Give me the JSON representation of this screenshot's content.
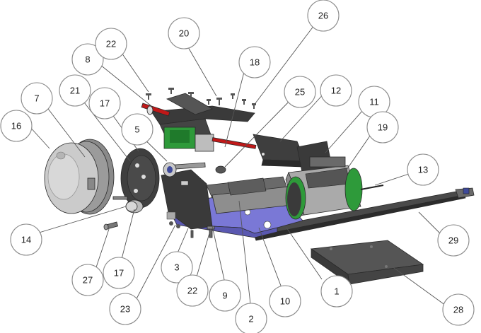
{
  "callouts": [
    {
      "id": "c1",
      "label": "1"
    },
    {
      "id": "c2",
      "label": "2"
    },
    {
      "id": "c3",
      "label": "3"
    },
    {
      "id": "c5",
      "label": "5"
    },
    {
      "id": "c7",
      "label": "7"
    },
    {
      "id": "c8",
      "label": "8"
    },
    {
      "id": "c9",
      "label": "9"
    },
    {
      "id": "c10",
      "label": "10"
    },
    {
      "id": "c11",
      "label": "11"
    },
    {
      "id": "c12",
      "label": "12"
    },
    {
      "id": "c13",
      "label": "13"
    },
    {
      "id": "c14",
      "label": "14"
    },
    {
      "id": "c16",
      "label": "16"
    },
    {
      "id": "c17a",
      "label": "17"
    },
    {
      "id": "c17b",
      "label": "17"
    },
    {
      "id": "c18",
      "label": "18"
    },
    {
      "id": "c19",
      "label": "19"
    },
    {
      "id": "c20",
      "label": "20"
    },
    {
      "id": "c21",
      "label": "21"
    },
    {
      "id": "c22a",
      "label": "22"
    },
    {
      "id": "c22b",
      "label": "22"
    },
    {
      "id": "c23",
      "label": "23"
    },
    {
      "id": "c25",
      "label": "25"
    },
    {
      "id": "c26",
      "label": "26"
    },
    {
      "id": "c27",
      "label": "27"
    },
    {
      "id": "c28",
      "label": "28"
    },
    {
      "id": "c29",
      "label": "29"
    }
  ],
  "colors": {
    "part_dark": "#3b3b3b",
    "part_mid": "#6e6e6e",
    "part_light": "#a9a9a9",
    "part_pale": "#cfcfcf",
    "plate_blue": "#7a78d6",
    "pcb_green": "#2e9a3a",
    "shaft_red": "#c01818",
    "outline": "#2a2a2a"
  }
}
